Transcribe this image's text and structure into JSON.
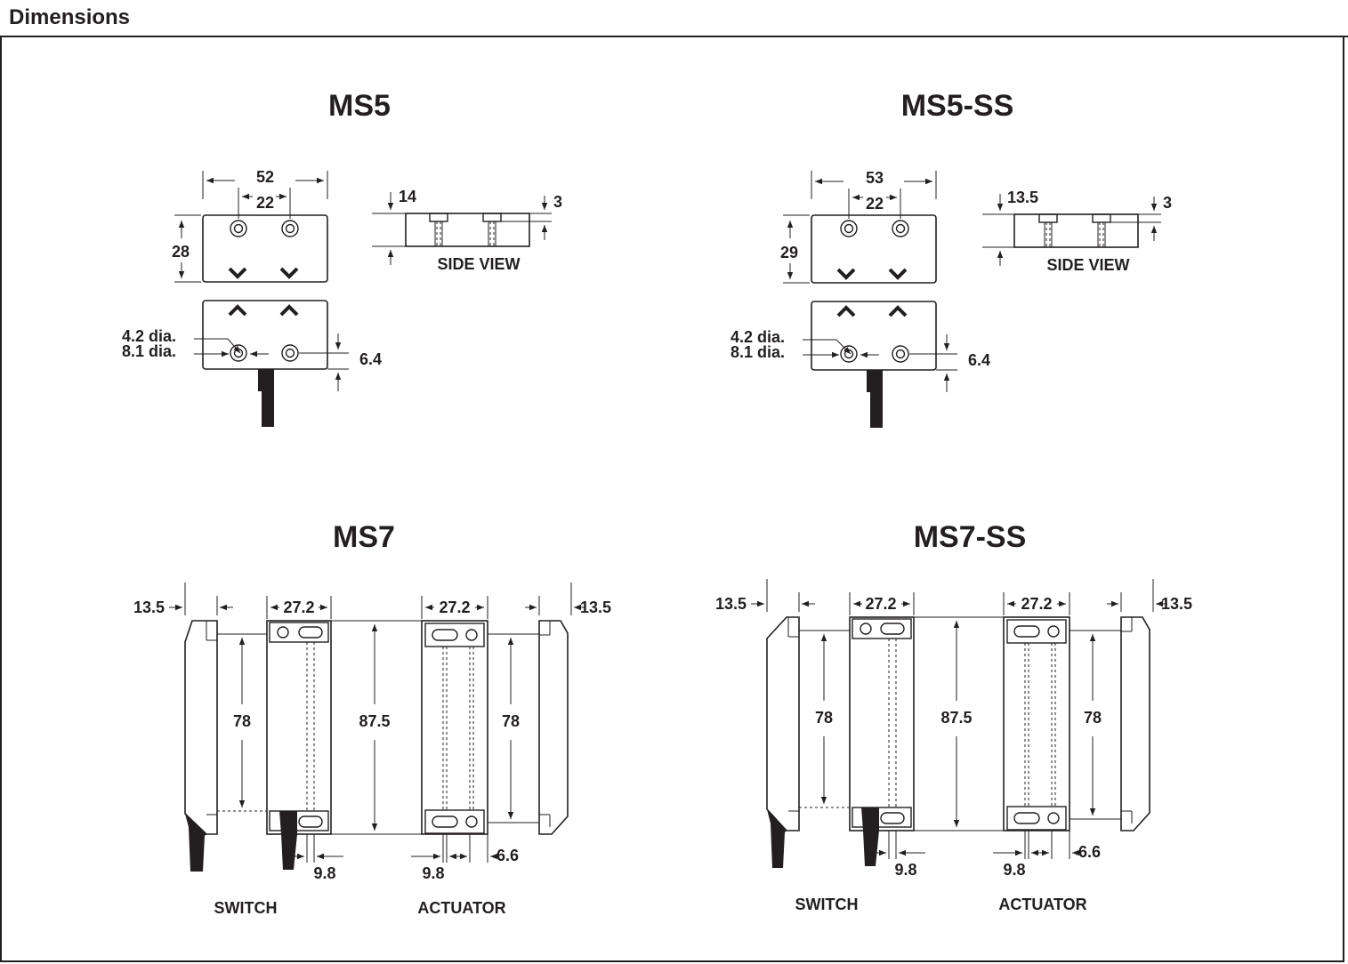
{
  "header": {
    "title": "Dimensions"
  },
  "ms5": {
    "title": "MS5",
    "width": "52",
    "hole_spacing": "22",
    "height": "28",
    "side_height": "14",
    "side_top": "3",
    "side_view": "SIDE VIEW",
    "hole_dia_small": "4.2 dia.",
    "hole_dia_large": "8.1 dia.",
    "hole_offset": "6.4"
  },
  "ms5ss": {
    "title": "MS5-SS",
    "width": "53",
    "hole_spacing": "22",
    "height": "29",
    "side_height": "13.5",
    "side_top": "3",
    "side_view": "SIDE VIEW",
    "hole_dia_small": "4.2 dia.",
    "hole_dia_large": "8.1 dia.",
    "hole_offset": "6.4"
  },
  "ms7": {
    "title": "MS7",
    "left_depth": "13.5",
    "switch_width": "27.2",
    "actuator_width": "27.2",
    "right_depth": "13.5",
    "left_height": "78",
    "center_height": "87.5",
    "right_height": "78",
    "switch_hole": "9.8",
    "actuator_hole": "9.8",
    "actuator_edge": "6.6",
    "switch_label": "SWITCH",
    "actuator_label": "ACTUATOR"
  },
  "ms7ss": {
    "title": "MS7-SS",
    "left_depth": "13.5",
    "switch_width": "27.2",
    "actuator_width": "27.2",
    "right_depth": "13.5",
    "left_height": "78",
    "center_height": "87.5",
    "right_height": "78",
    "switch_hole": "9.8",
    "actuator_hole": "9.8",
    "actuator_edge": "6.6",
    "switch_label": "SWITCH",
    "actuator_label": "ACTUATOR"
  }
}
